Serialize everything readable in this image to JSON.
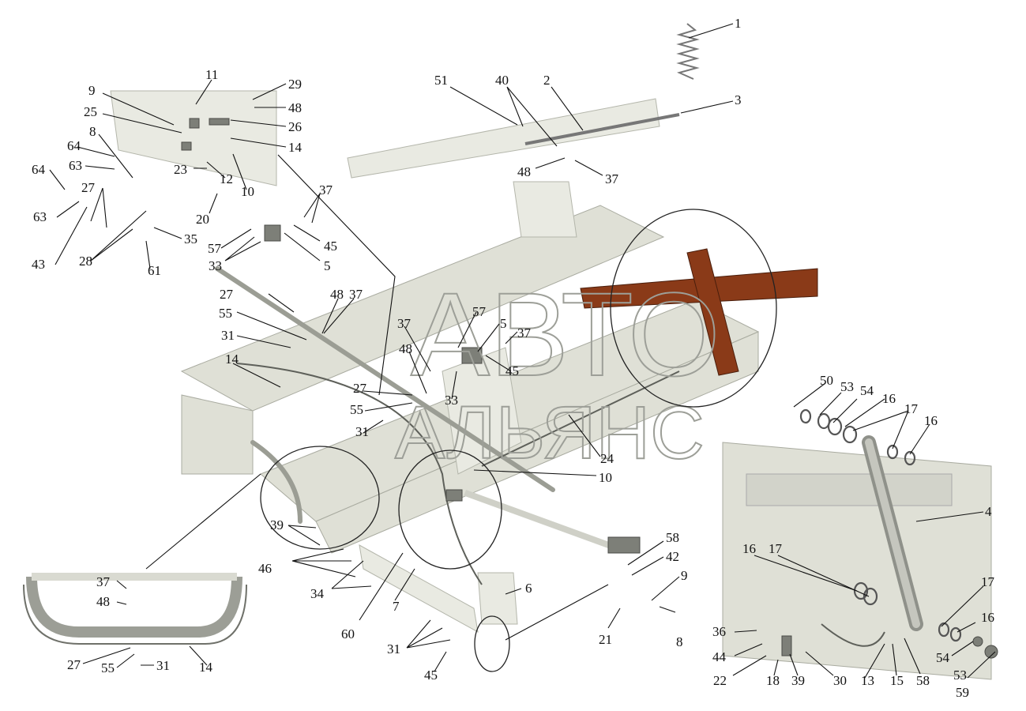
{
  "watermark": {
    "line1": "АВТО",
    "line2": "АЛЬЯНС"
  },
  "colors": {
    "cylinder": "#8a3a18",
    "frame": "#dfe0d6",
    "lines": "#111111"
  },
  "callouts": [
    "1",
    "2",
    "3",
    "4",
    "5",
    "6",
    "7",
    "8",
    "9",
    "10",
    "11",
    "12",
    "13",
    "14",
    "15",
    "16",
    "17",
    "18",
    "20",
    "21",
    "22",
    "23",
    "24",
    "25",
    "26",
    "27",
    "28",
    "29",
    "30",
    "31",
    "33",
    "34",
    "35",
    "36",
    "37",
    "39",
    "40",
    "42",
    "43",
    "44",
    "45",
    "46",
    "48",
    "50",
    "51",
    "53",
    "54",
    "55",
    "57",
    "58",
    "59",
    "60",
    "61",
    "63",
    "64"
  ]
}
